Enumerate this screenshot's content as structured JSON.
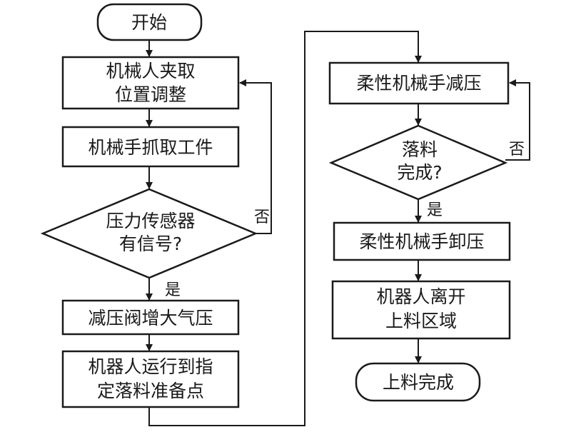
{
  "left_column": {
    "start": "开始",
    "step1": [
      "机械人夹取",
      "位置调整"
    ],
    "step2": "机械手抓取工件",
    "decision1": [
      "压力传感器",
      "有信号?"
    ],
    "step3": "减压阀增大气压",
    "step4": [
      "机器人运行到指",
      "定落料准备点"
    ]
  },
  "right_column": {
    "step5": "柔性机械手减压",
    "decision2": [
      "落料",
      "完成?"
    ],
    "step6": "柔性机械手卸压",
    "step7": [
      "机器人离开",
      "上料区域"
    ],
    "end": "上料完成"
  },
  "branch_labels": {
    "yes": "是",
    "no": "否"
  }
}
